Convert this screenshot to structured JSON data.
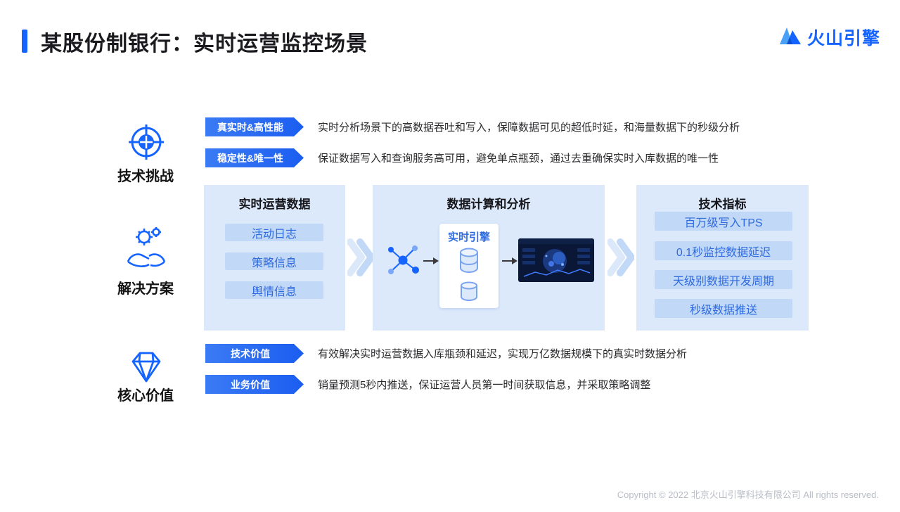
{
  "slide": {
    "title": "某股份制银行：实时运营监控场景",
    "brand": "火山引擎",
    "copyright": "Copyright © 2022 北京火山引擎科技有限公司 All rights reserved."
  },
  "tech_challenge": {
    "label": "技术挑战",
    "rows": [
      {
        "tag": "真实时&高性能",
        "desc": "实时分析场景下的高数据吞吐和写入，保障数据可见的超低时延，和海量数据下的秒级分析"
      },
      {
        "tag": "稳定性&唯一性",
        "desc": "保证数据写入和查询服务高可用，避免单点瓶颈，通过去重确保实时入库数据的唯一性"
      }
    ]
  },
  "solution": {
    "label": "解决方案",
    "data_panel": {
      "title": "实时运营数据",
      "items": [
        "活动日志",
        "策略信息",
        "舆情信息"
      ]
    },
    "compute_panel": {
      "title": "数据计算和分析",
      "engine": "实时引擎"
    },
    "metrics_panel": {
      "title": "技术指标",
      "items": [
        "百万级写入TPS",
        "0.1秒监控数据延迟",
        "天级别数据开发周期",
        "秒级数据推送"
      ]
    }
  },
  "core_value": {
    "label": "核心价值",
    "rows": [
      {
        "tag": "技术价值",
        "desc": "有效解决实时运营数据入库瓶颈和延迟，实现万亿数据规模下的真实时数据分析"
      },
      {
        "tag": "业务价值",
        "desc": "销量预测5秒内推送，保证运营人员第一时间获取信息，并采取策略调整"
      }
    ]
  },
  "colors": {
    "accent": "#1664ff",
    "banner_blue": "#2468f2",
    "panel_bg": "#dce9fb",
    "chip_bg": "#c2d8f7",
    "chip_text": "#2e6be0"
  }
}
